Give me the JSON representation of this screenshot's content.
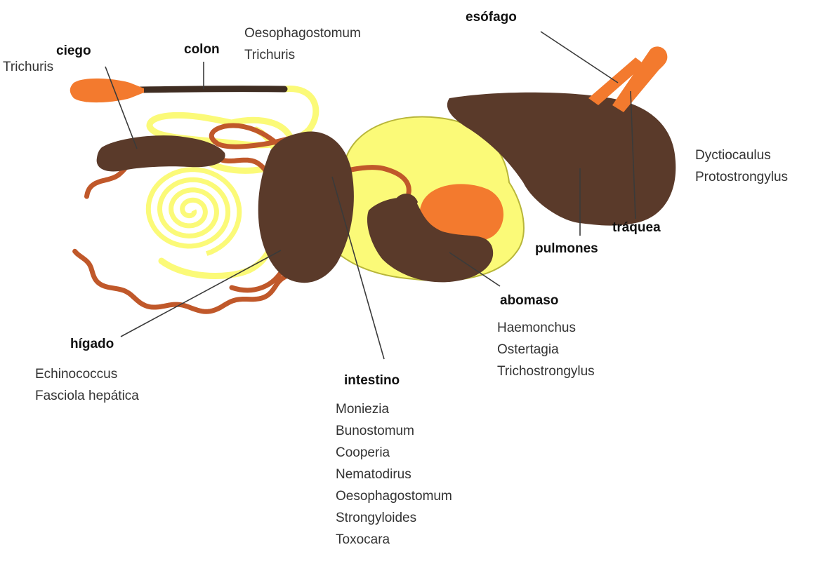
{
  "colors": {
    "brown": "#5a3a2a",
    "yellow": "#fbfa78",
    "yellow_outline": "#b8b63a",
    "orange": "#f37a2e",
    "orange_dark": "#c0582a",
    "colon_dark": "#3f2d22"
  },
  "organs": {
    "ciego": {
      "name": "ciego",
      "parasites": [
        "Trichuris"
      ]
    },
    "colon": {
      "name": "colon",
      "parasites": [
        "Oesophagostomum",
        "Trichuris"
      ]
    },
    "esofago": {
      "name": "esófago",
      "parasites": []
    },
    "traquea": {
      "name": "tráquea",
      "parasites": []
    },
    "pulmones": {
      "name": "pulmones",
      "parasites": [
        "Dyctiocaulus",
        "Protostrongylus"
      ]
    },
    "higado": {
      "name": "hígado",
      "parasites": [
        "Echinococcus",
        "Fasciola hepática"
      ]
    },
    "intestino": {
      "name": "intestino",
      "parasites": [
        "Moniezia",
        "Bunostomum",
        "Cooperia",
        "Nematodirus",
        "Oesophagostomum",
        "Strongyloides",
        "Toxocara"
      ]
    },
    "abomaso": {
      "name": "abomaso",
      "parasites": [
        "Haemonchus",
        "Ostertagia",
        "Trichostrongylus"
      ]
    }
  }
}
